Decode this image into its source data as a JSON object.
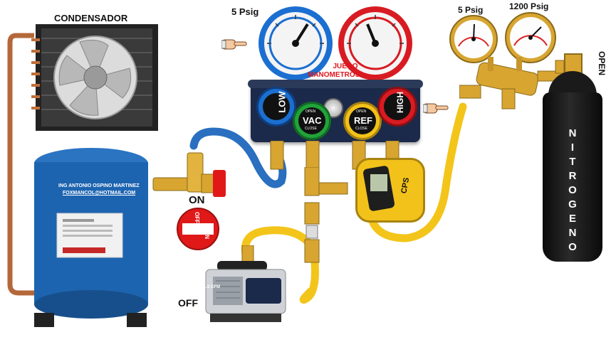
{
  "labels": {
    "condensador": "CONDENSADOR",
    "manifold_pressure": "5 Psig",
    "regulator_low": "5 Psig",
    "regulator_high": "1200 Psig",
    "open": "OPEN",
    "juego_line1": "JUEGO",
    "juego_line2": "MANOMETROS",
    "on": "ON",
    "off": "OFF"
  },
  "manifold": {
    "low": "LOW",
    "high": "HIGH",
    "vac": "VAC",
    "ref": "REF",
    "open": "OPEN",
    "close": "CLOSE"
  },
  "compressor": {
    "line1": "ING ANTONIO OSPINO MARTINEZ",
    "line2": "FOXMANCOL@HOTMAIL.COM"
  },
  "switch": {
    "off": "OFF",
    "on": "ON"
  },
  "pump": {
    "brand": "1.5 CFM"
  },
  "gauge_brand": "CPS",
  "tank_letters": [
    "N",
    "I",
    "T",
    "R",
    "O",
    "G",
    "E",
    "N",
    "O"
  ],
  "colors": {
    "manifold_body": "#1b2a4a",
    "low_ring": "#1b6fd1",
    "high_ring": "#d81b22",
    "vac_ring": "#21a33a",
    "ref_ring": "#f2c21a",
    "hose_blue": "#2a6fc0",
    "hose_yellow": "#f3c51a",
    "compressor": "#1d64b0",
    "tank": "#121212",
    "switch_red": "#e01818",
    "brass": "#d8a531",
    "label_red": "#e0141a"
  },
  "icons": [
    "pointing-hand-icon",
    "pointing-hand-icon"
  ]
}
